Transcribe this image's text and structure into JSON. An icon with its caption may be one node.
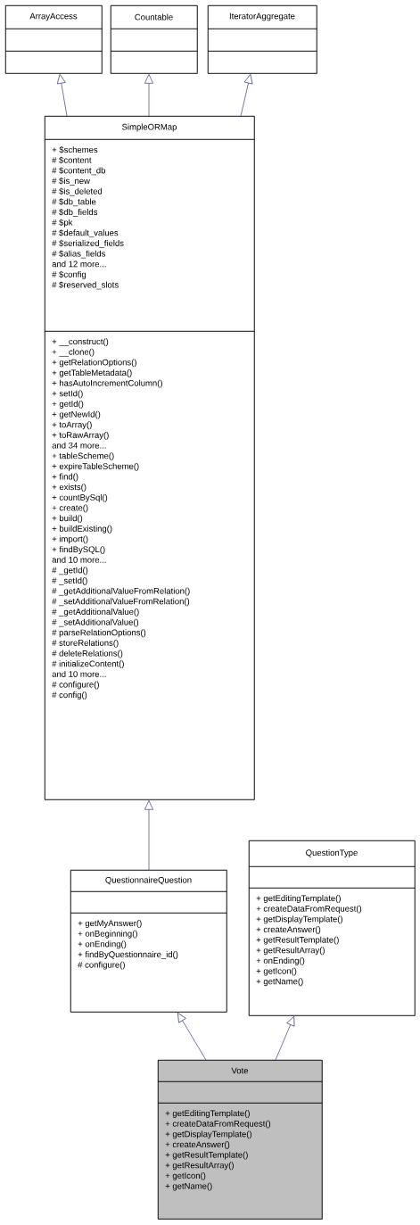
{
  "diagram": {
    "nodes": [
      {
        "text": [],
        "shape": "box"
      },
      {
        "text": [
          "ArrayAccess"
        ],
        "in": 0
      },
      {
        "text": [],
        "shape": "box",
        "in": 0
      },
      {
        "text": [],
        "shape": "box",
        "in": 0
      },
      {
        "text": [],
        "shape": "box"
      },
      {
        "text": [
          "Countable"
        ],
        "in": 4
      },
      {
        "text": [],
        "shape": "box",
        "in": 4
      },
      {
        "text": [],
        "shape": "box",
        "in": 4
      },
      {
        "text": [],
        "shape": "box"
      },
      {
        "text": [
          "IteratorAggregate"
        ],
        "in": 8
      },
      {
        "text": [],
        "shape": "box",
        "in": 8
      },
      {
        "text": [],
        "shape": "box",
        "in": 8
      },
      {
        "text": [],
        "shape": "box"
      },
      {
        "text": [
          "SimpleORMap"
        ],
        "in": 12
      },
      {
        "text": [
          "+ $schemes",
          "# $content",
          "# $content_db",
          "# $is_new",
          "# $is_deleted",
          "# $db_table",
          "# $db_fields",
          "# $pk",
          "# $default_values",
          "# $serialized_fields",
          "# $alias_fields",
          "and 12 more...",
          "# $config",
          "# $reserved_slots"
        ],
        "in": 12
      },
      {
        "text": [
          "+ __construct()",
          "+ __clone()",
          "+ getRelationOptions()",
          "+ getTableMetadata()",
          "+ hasAutoIncrementColumn()",
          "+ setId()",
          "+ getId()",
          "+ getNewId()",
          "+ toArray()",
          "+ toRawArray()",
          "and 34 more...",
          "+ tableScheme()",
          "+ expireTableScheme()",
          "+ find()",
          "+ exists()",
          "+ countBySql()",
          "+ create()",
          "+ build()",
          "+ buildExisting()",
          "+ import()",
          "+ findBySQL()",
          "and 10 more...",
          "# _getId()",
          "# _setId()",
          "# _getAdditionalValueFromRelation()",
          "# _setAdditionalValueFromRelation()",
          "# _getAdditionalValue()",
          "# _setAdditionalValue()",
          "# parseRelationOptions()",
          "# storeRelations()",
          "# deleteRelations()",
          "# initializeContent()",
          "and 10 more...",
          "# configure()",
          "# config()"
        ],
        "in": 12
      },
      {
        "text": [],
        "shape": "box"
      },
      {
        "text": [
          "QuestionnaireQuestion"
        ],
        "in": 16
      },
      {
        "text": [],
        "shape": "box",
        "in": 16
      },
      {
        "text": [
          "+ getMyAnswer()",
          "+ onBeginning()",
          "+ onEnding()",
          "+ findByQuestionnaire_id()",
          "# configure()"
        ],
        "in": 16
      },
      {
        "text": [],
        "shape": "box"
      },
      {
        "text": [
          "QuestionType"
        ],
        "in": 20
      },
      {
        "text": [],
        "shape": "box",
        "in": 20
      },
      {
        "text": [
          "+ getEditingTemplate()",
          "+ createDataFromRequest()",
          "+ getDisplayTemplate()",
          "+ createAnswer()",
          "+ getResultTemplate()",
          "+ getResultArray()",
          "+ onEnding()",
          "+ getIcon()",
          "+ getName()"
        ],
        "in": 20
      },
      {
        "text": [],
        "shape": "box"
      },
      {
        "text": [
          "Vote"
        ],
        "in": 24
      },
      {
        "text": [],
        "shape": "box",
        "in": 24
      },
      {
        "text": [
          "+ getEditingTemplate()",
          "+ createDataFromRequest()",
          "+ getDisplayTemplate()",
          "+ createAnswer()",
          "+ getResultTemplate()",
          "+ getResultArray()",
          "+ getIcon()",
          "+ getName()"
        ],
        "in": 24
      }
    ],
    "edges": [
      {
        "from": 12,
        "to": 0,
        "arrow": "to"
      },
      {
        "from": 12,
        "to": 4,
        "arrow": "to"
      },
      {
        "from": 12,
        "to": 8,
        "arrow": "to"
      },
      {
        "from": 16,
        "to": 12,
        "arrow": "to"
      },
      {
        "from": 24,
        "to": 16,
        "arrow": "to"
      },
      {
        "from": 24,
        "to": 20,
        "arrow": "to"
      }
    ]
  }
}
